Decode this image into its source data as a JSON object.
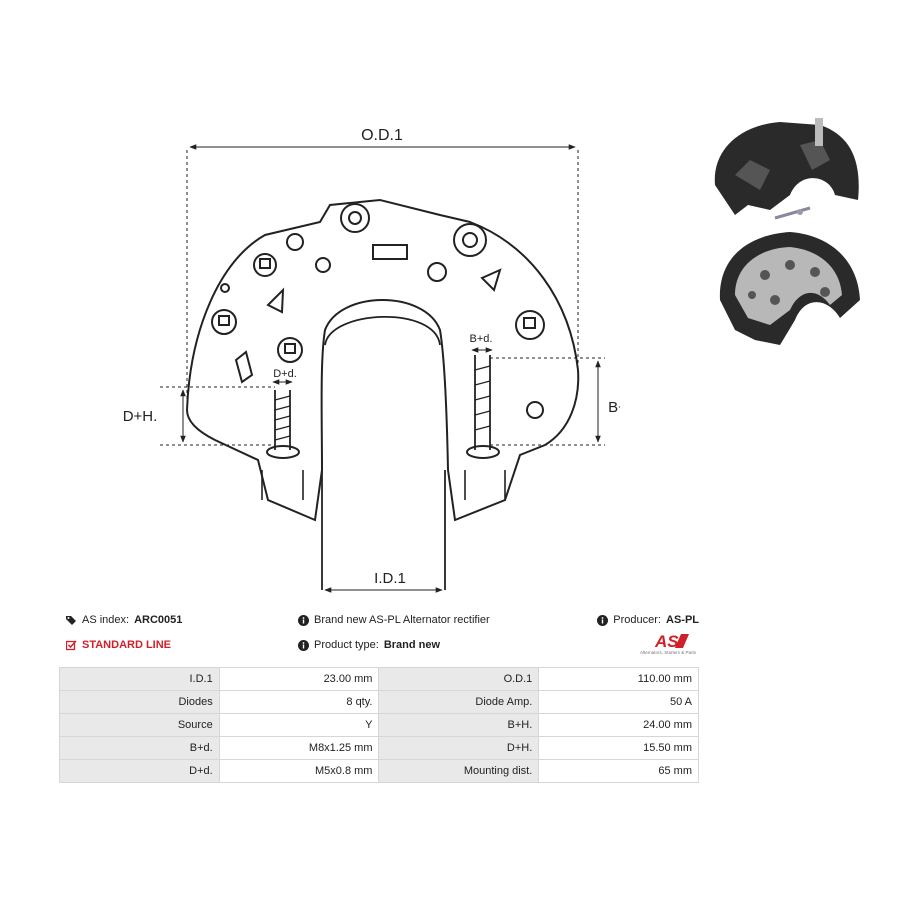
{
  "drawing": {
    "od_label": "O.D.1",
    "id_label": "I.D.1",
    "dh_label": "D+H.",
    "bh_label": "B+H.",
    "dd_label": "D+d.",
    "bd_label": "B+d."
  },
  "info": {
    "as_index_label": "AS index:",
    "as_index_value": "ARC0051",
    "description": "Brand new AS-PL Alternator rectifier",
    "producer_label": "Producer:",
    "producer_value": "AS-PL",
    "line_label": "STANDARD LINE",
    "product_type_label": "Product type:",
    "product_type_value": "Brand new"
  },
  "logo": {
    "text": "AS",
    "tagline": "Alternators, Starters & Parts",
    "color": "#d0202a"
  },
  "specs": [
    [
      "I.D.1",
      "23.00 mm",
      "O.D.1",
      "110.00 mm"
    ],
    [
      "Diodes",
      "8 qty.",
      "Diode Amp.",
      "50 A"
    ],
    [
      "Source",
      "Y",
      "B+H.",
      "24.00 mm"
    ],
    [
      "B+d.",
      "M8x1.25 mm",
      "D+H.",
      "15.50 mm"
    ],
    [
      "D+d.",
      "M5x0.8 mm",
      "Mounting dist.",
      "65 mm"
    ]
  ]
}
